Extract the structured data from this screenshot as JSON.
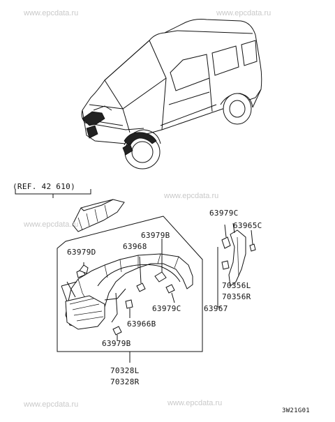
{
  "watermark": "www.epcdata.ru",
  "reference": "(REF. 42 610)",
  "part_numbers": {
    "p63979C_top": "63979C",
    "p63965C": "63965C",
    "p63979B_top": "63979B",
    "p63968": "63968",
    "p63979D": "63979D",
    "p63979C_mid": "63979C",
    "p63966B": "63966B",
    "p63979B_bottom": "63979B",
    "p70356L": "70356L",
    "p70356R": "70356R",
    "p63967": "63967",
    "p70328L": "70328L",
    "p70328R": "70328R"
  },
  "diagram_code": "3W21G01"
}
